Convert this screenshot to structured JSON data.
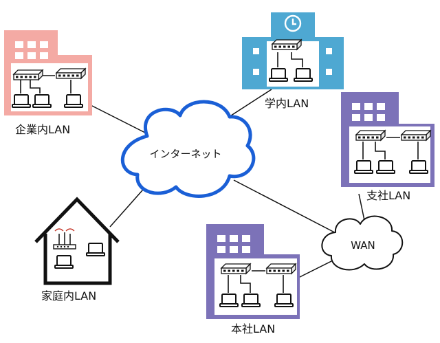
{
  "labels": {
    "internet": "インターネット",
    "wan": "WAN",
    "corporate_lan": "企業内LAN",
    "school_lan": "学内LAN",
    "branch_lan": "支社LAN",
    "head_office_lan": "本社LAN",
    "home_lan": "家庭内LAN"
  },
  "colors": {
    "corporate": "#f4aaa4",
    "school": "#4ea8d2",
    "office": "#7c72b8",
    "cloud_stroke": "#1a5fd6",
    "line": "#111111"
  },
  "icons": [
    "building-icon",
    "clock-icon",
    "switch-icon",
    "laptop-icon",
    "router-icon",
    "house-icon",
    "cloud-icon"
  ]
}
